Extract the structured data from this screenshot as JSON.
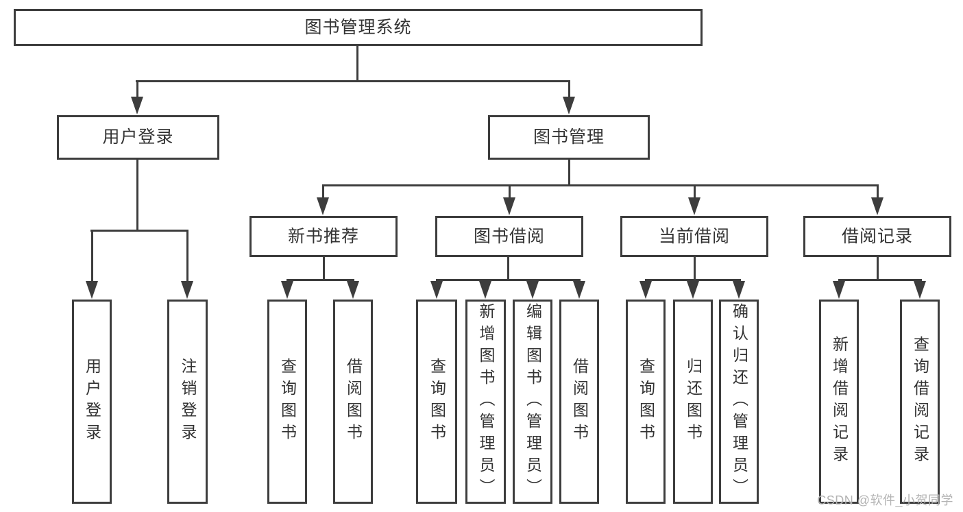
{
  "tree": {
    "label": "图书管理系统",
    "children": [
      {
        "label": "用户登录",
        "children": [
          {
            "label": "用户登录"
          },
          {
            "label": "注销登录"
          }
        ]
      },
      {
        "label": "图书管理",
        "children": [
          {
            "label": "新书推荐",
            "children": [
              {
                "label": "查询图书"
              },
              {
                "label": "借阅图书"
              }
            ]
          },
          {
            "label": "图书借阅",
            "children": [
              {
                "label": "查询图书"
              },
              {
                "label": "新增图书（管理员）"
              },
              {
                "label": "编辑图书（管理员）"
              },
              {
                "label": "借阅图书"
              }
            ]
          },
          {
            "label": "当前借阅",
            "children": [
              {
                "label": "查询图书"
              },
              {
                "label": "归还图书"
              },
              {
                "label": "确认归还（管理员）"
              }
            ]
          },
          {
            "label": "借阅记录",
            "children": [
              {
                "label": "新增借阅记录"
              },
              {
                "label": "查询借阅记录"
              }
            ]
          }
        ]
      }
    ]
  },
  "watermark": {
    "text": "CSDN @软件_小贺同学"
  },
  "colors": {
    "line": "#3d3d3d",
    "text": "#333333",
    "background": "#ffffff",
    "watermark": "#b3b3b3"
  }
}
